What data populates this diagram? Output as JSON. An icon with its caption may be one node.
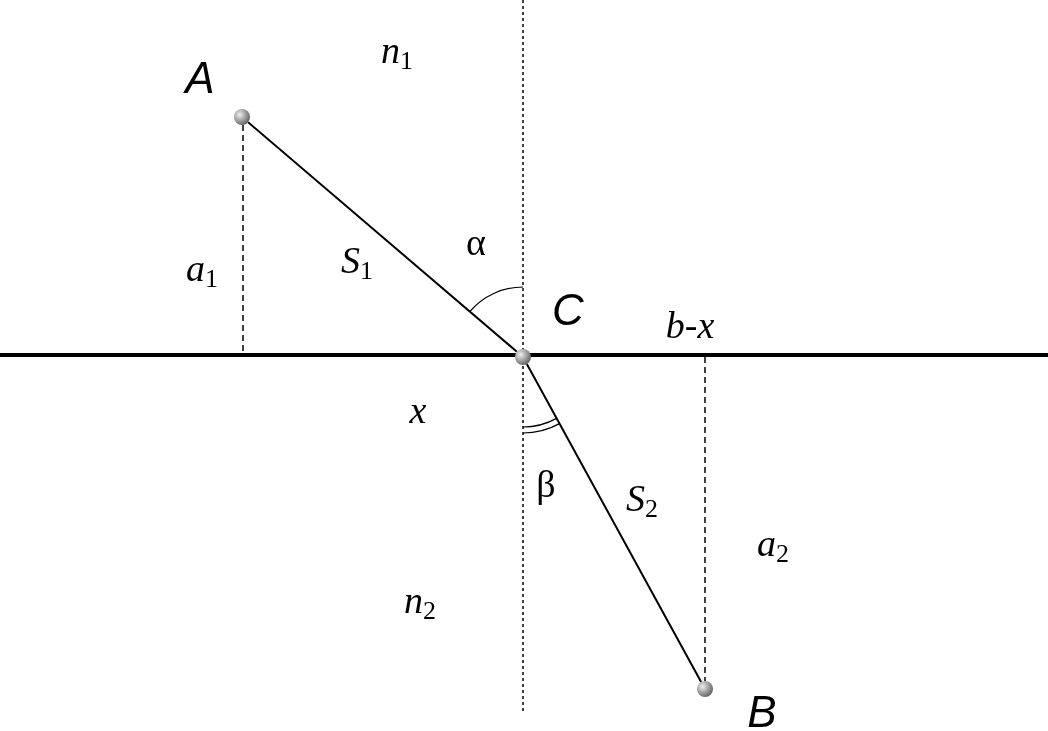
{
  "diagram": {
    "nodes": [
      {
        "text": [],
        "shape": "circle",
        "beside": [
          "A"
        ]
      },
      {
        "text": [],
        "shape": "circle",
        "beside": [
          "C"
        ]
      },
      {
        "text": [],
        "shape": "circle",
        "beside": [
          "B"
        ]
      }
    ],
    "edges": [
      {
        "from": 0,
        "to": 1,
        "arrow": "none",
        "label": "S$_{1}$"
      },
      {
        "from": 1,
        "to": 2,
        "arrow": "none",
        "label": "S$_{2}$"
      }
    ],
    "labels": [
      "n$_{1}$",
      "a$_{1}$",
      "α",
      "b-x",
      "x",
      "β",
      "a$_{2}$",
      "n$_{2}$"
    ]
  }
}
